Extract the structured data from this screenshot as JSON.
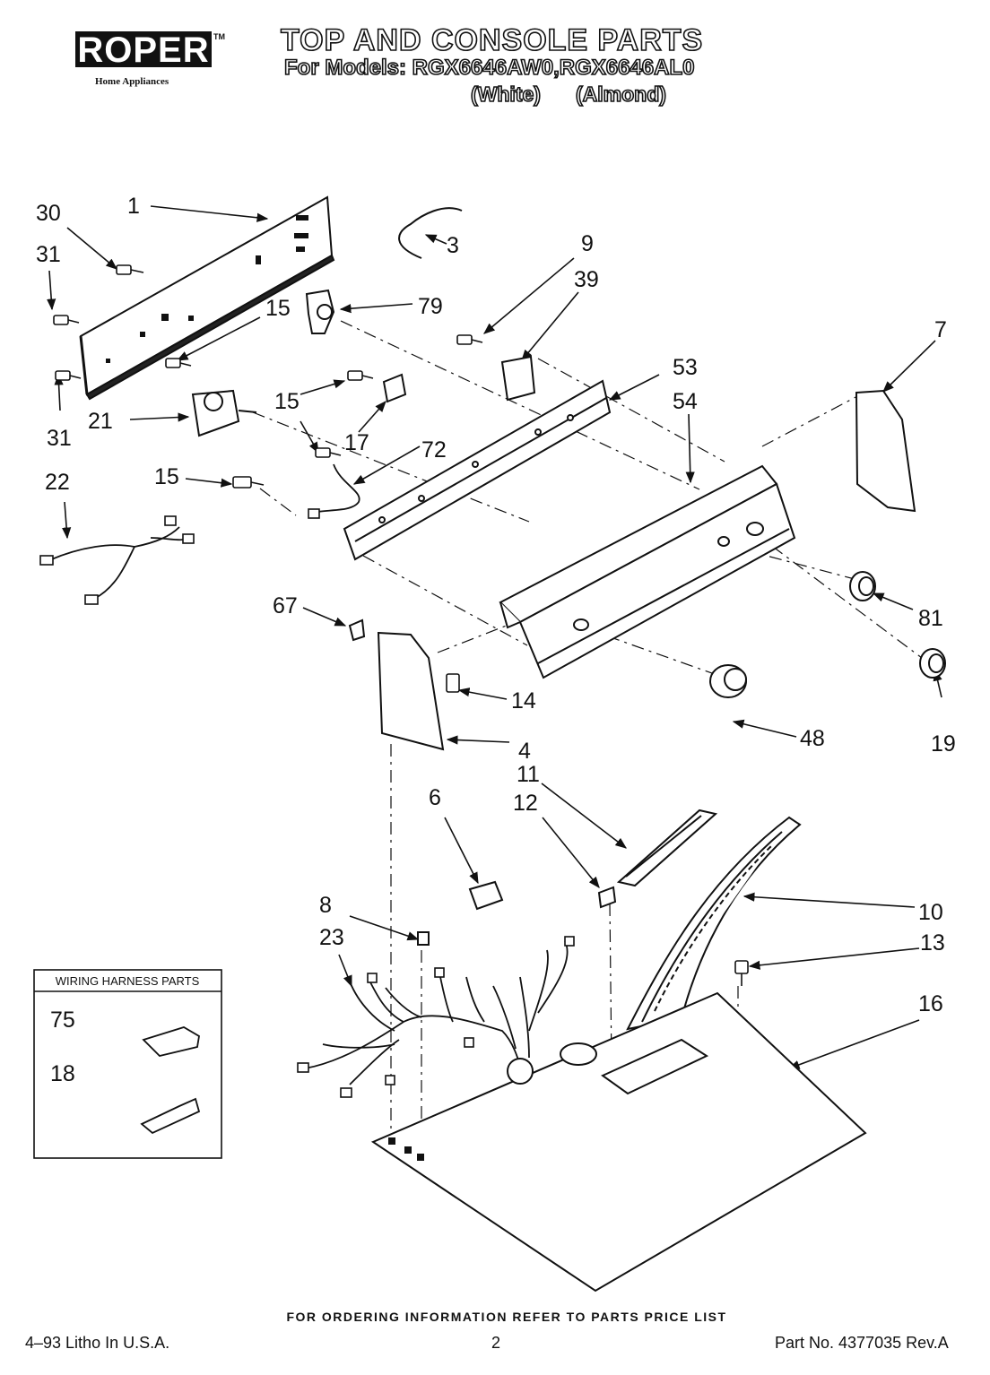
{
  "brand": {
    "name": "ROPER",
    "trademark": "TM",
    "tagline": "Home Appliances"
  },
  "header": {
    "title": "TOP AND CONSOLE PARTS",
    "models": "For Models: RGX6646AW0,RGX6646AL0",
    "variant_white": "(White)",
    "variant_almond": "(Almond)"
  },
  "inset": {
    "title": "WIRING HARNESS PARTS",
    "callouts": [
      "75",
      "18"
    ]
  },
  "callouts": [
    "1",
    "30",
    "31",
    "3",
    "9",
    "39",
    "79",
    "15",
    "31",
    "21",
    "15",
    "17",
    "72",
    "53",
    "54",
    "7",
    "15",
    "22",
    "67",
    "81",
    "48",
    "19",
    "14",
    "4",
    "11",
    "12",
    "6",
    "8",
    "23",
    "10",
    "13",
    "16"
  ],
  "footer": {
    "ordering_note": "FOR ORDERING INFORMATION REFER TO PARTS PRICE LIST",
    "litho": "4–93 Litho In U.S.A.",
    "page": "2",
    "part_no": "Part No. 4377035 Rev.A"
  }
}
